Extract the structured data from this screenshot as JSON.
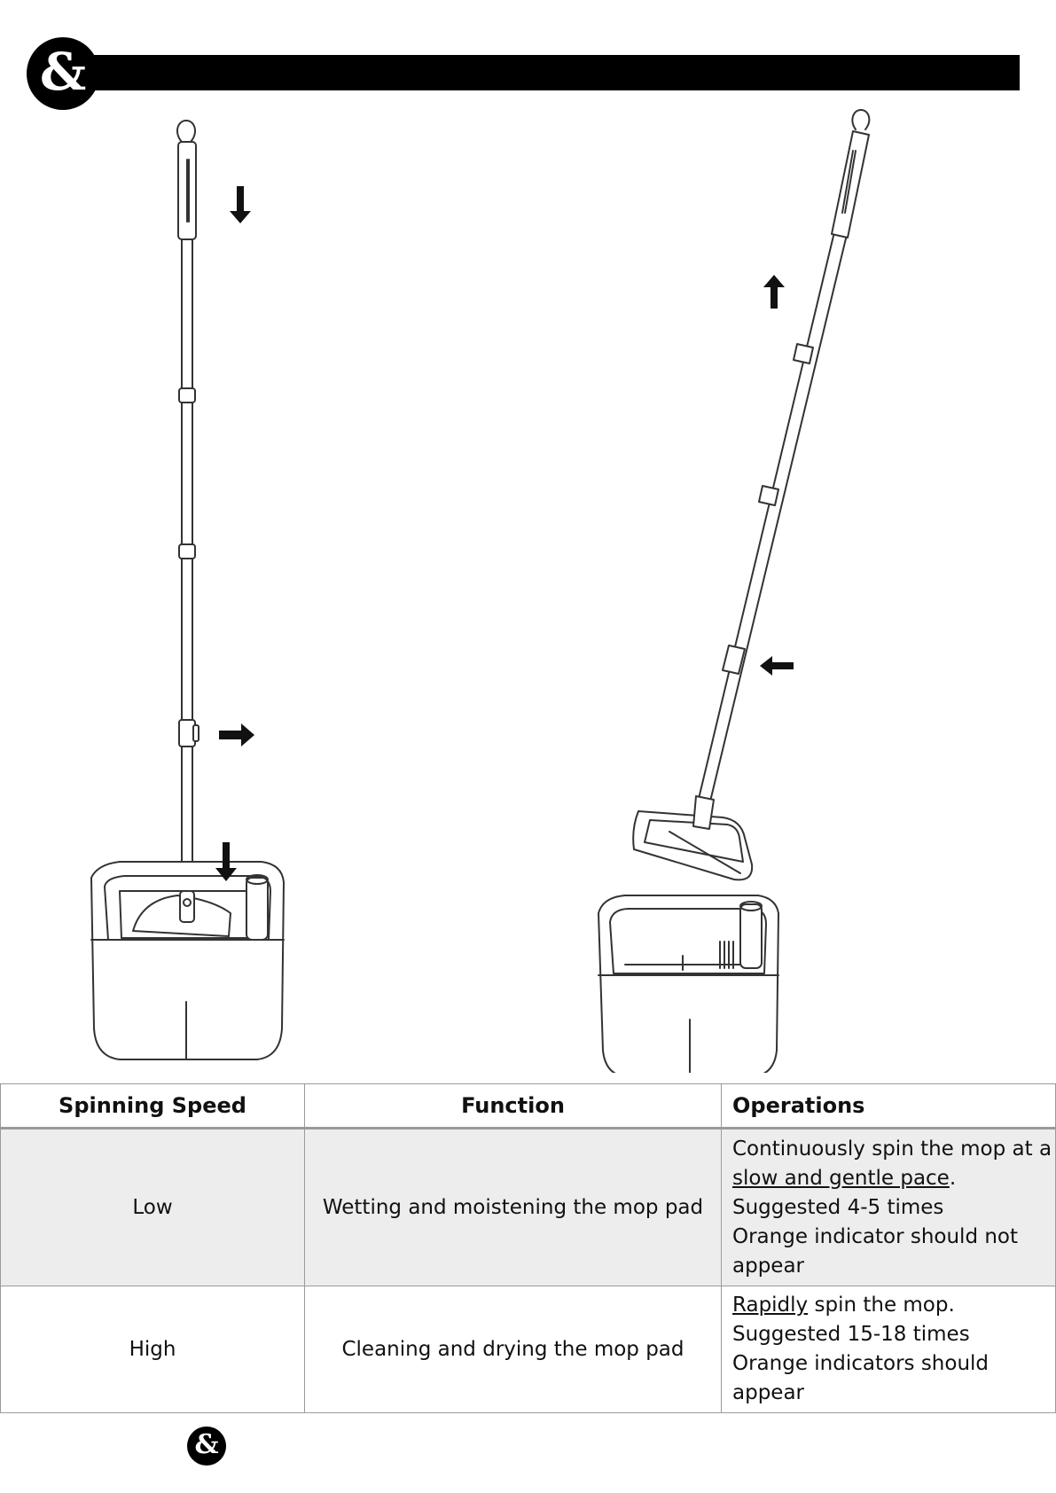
{
  "logo": {
    "glyph": "&"
  },
  "table": {
    "headers": [
      "Spinning Speed",
      "Function",
      "Operations"
    ],
    "rows": [
      {
        "speed": "Low",
        "function": "Wetting and moistening the mop pad",
        "ops": {
          "line1": "Continuously spin the mop at a",
          "line2_underlined": "slow and gentle pace",
          "line2_tail": ".",
          "line3": "Suggested 4-5 times",
          "line4": "Orange indicator should not",
          "line5": "appear"
        }
      },
      {
        "speed": "High",
        "function": "Cleaning and drying the mop pad",
        "ops": {
          "line1_underlined": "Rapidly",
          "line1_tail": " spin the mop.",
          "line2": "Suggested 15-18 times",
          "line3": "Orange indicators should",
          "line4": "appear"
        }
      }
    ]
  },
  "icons": [
    "ampersand-logo-icon",
    "arrow-down-icon",
    "arrow-up-icon",
    "arrow-right-icon",
    "arrow-left-icon"
  ]
}
